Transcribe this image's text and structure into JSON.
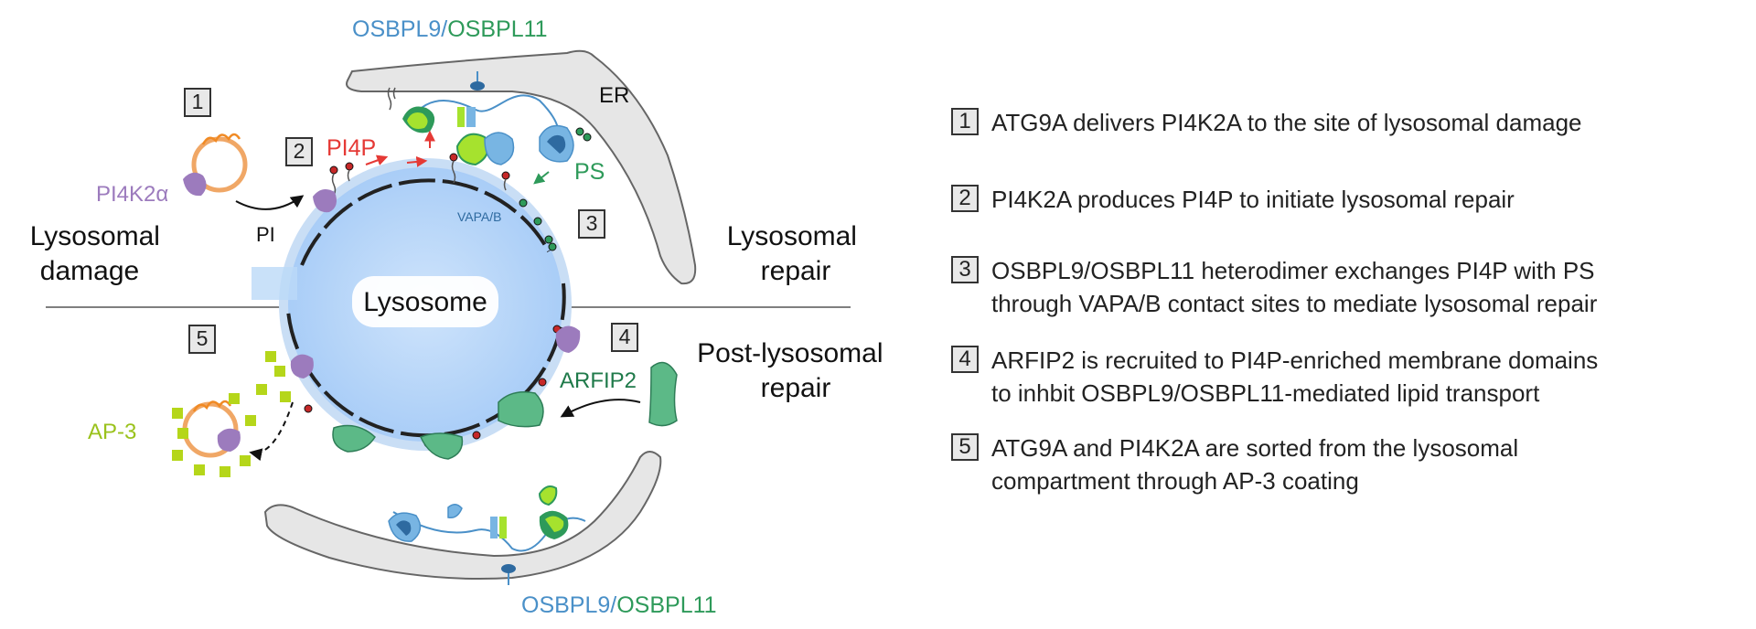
{
  "diagram": {
    "labels": {
      "lysosomal_damage": [
        "Lysosomal",
        "damage"
      ],
      "lysosomal_repair": [
        "Lysosomal",
        "repair"
      ],
      "post_lysosomal_repair": [
        "Post-lysosomal",
        "repair"
      ],
      "lysosome": "Lysosome",
      "er": "ER",
      "pi": "PI",
      "pi4p": "PI4P",
      "ps": "PS",
      "vapab": "VAPA/B",
      "pi4k2a": "PI4K2α",
      "arfip2": "ARFIP2",
      "ap3": "AP-3",
      "osbpl9": "OSBPL9",
      "slash": "/",
      "osbpl11": "OSBPL11"
    },
    "step_badges": [
      "1",
      "2",
      "3",
      "4",
      "5"
    ],
    "colors": {
      "osbpl9": "#4a90c8",
      "osbpl11": "#2e9a5a",
      "pi4p": "#e53935",
      "ps": "#2e9a5a",
      "pi4k2a": "#9c7bbd",
      "arfip2": "#1f7a4a",
      "ap3": "#9ac21c",
      "lysosome": "#a9cdf7",
      "er": "#e6e6e6"
    }
  },
  "legend": [
    {
      "num": "1",
      "lines": [
        "ATG9A delivers PI4K2A to the site of lysosomal damage"
      ]
    },
    {
      "num": "2",
      "lines": [
        "PI4K2A produces PI4P to initiate lysosomal repair"
      ]
    },
    {
      "num": "3",
      "lines": [
        "OSBPL9/OSBPL11 heterodimer exchanges PI4P with PS",
        "through VAPA/B contact sites to mediate lysosomal repair"
      ]
    },
    {
      "num": "4",
      "lines": [
        "ARFIP2 is recruited to PI4P-enriched membrane domains",
        "to inhbit OSBPL9/OSBPL11-mediated lipid transport"
      ]
    },
    {
      "num": "5",
      "lines": [
        "ATG9A and PI4K2A are sorted from the lysosomal",
        "compartment through AP-3 coating"
      ]
    }
  ]
}
